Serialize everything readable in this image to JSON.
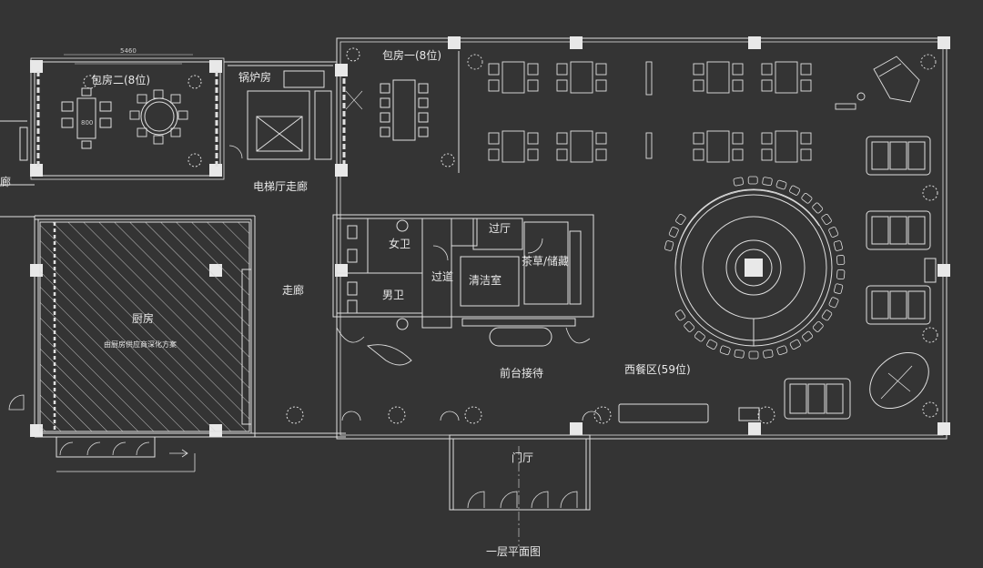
{
  "plan": {
    "title": "一层平面图",
    "dimension": "5460",
    "rooms": {
      "private_room_two": "包房二(8位)",
      "boiler_room": "锅炉房",
      "private_room_one": "包房一(8位)",
      "elevator_hall_corridor": "电梯厅走廊",
      "corridor_left": "廊",
      "womens_restroom": "女卫",
      "mens_restroom": "男卫",
      "vestibule": "过厅",
      "passage": "过道",
      "cleaning_room": "清洁室",
      "tea_storage": "茶草/储藏",
      "corridor": "走廊",
      "kitchen": "厨房",
      "kitchen_note": "由厨房供应商深化方案",
      "reception": "前台接待",
      "western_dining": "西餐区(59位)",
      "foyer": "门厅",
      "table_mark": "800"
    }
  },
  "colors": {
    "background": "#343434",
    "line": "#e6e6e6",
    "column": "#e8e8e8"
  }
}
